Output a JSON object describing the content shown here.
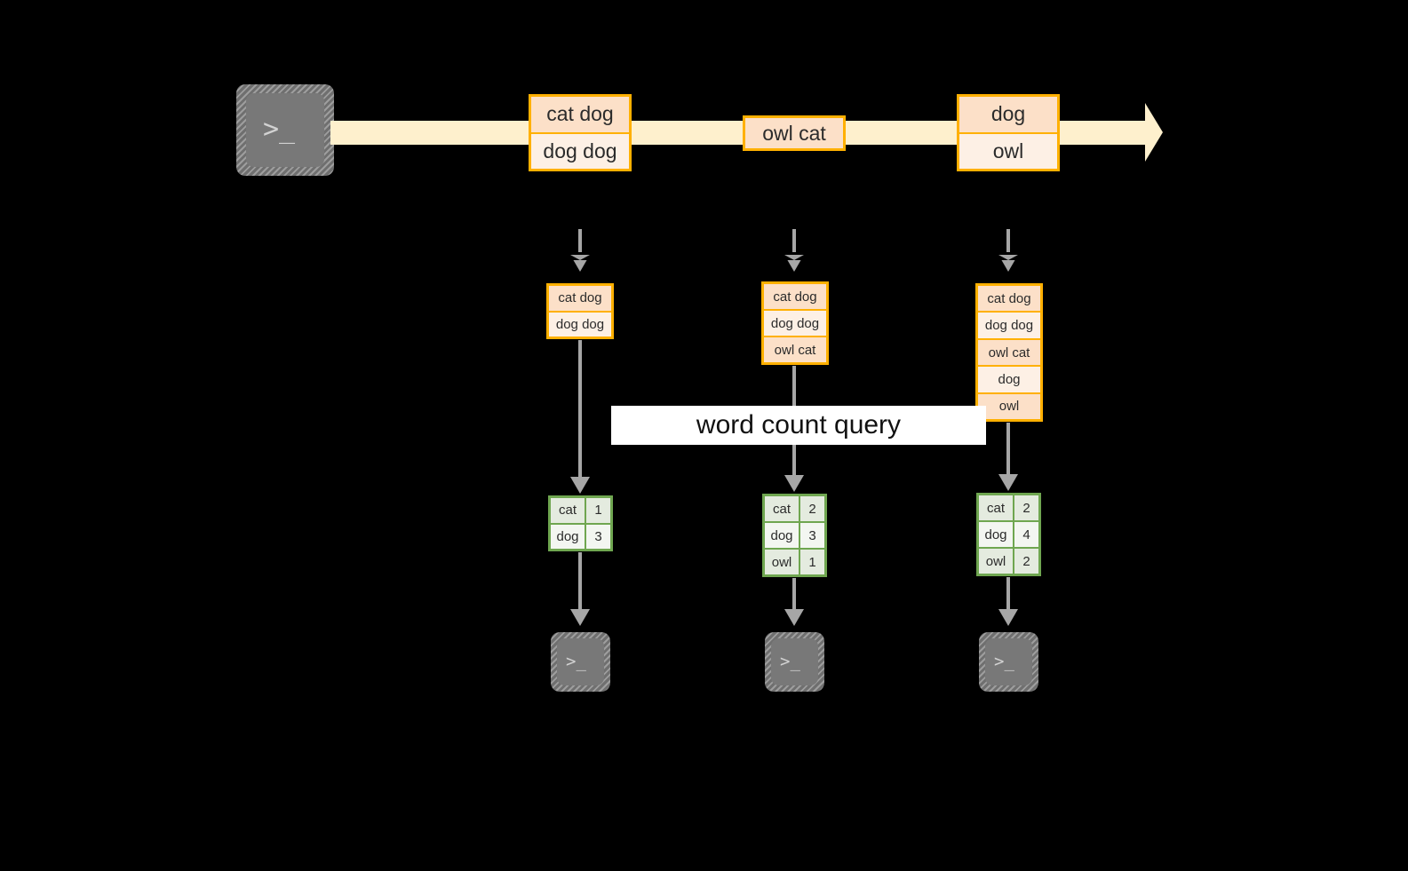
{
  "diagram": {
    "title_label": "word count query",
    "colors": {
      "background": "#000000",
      "stream_fill": "#FEF0CD",
      "record_border": "#FFB000",
      "record_fill_dark": "#FCE0C8",
      "record_fill_light": "#FDF0E5",
      "table_border": "#6FA650",
      "table_fill_tint": "#E4EBDF",
      "table_fill_plain": "#F3F6F1",
      "connector": "#A6A6A6",
      "terminal_body": "#787878",
      "banner_bg": "#FFFFFF"
    },
    "source_terminal": {
      "icon": "terminal-prompt-icon",
      "glyph": ">_"
    },
    "stream": {
      "records": [
        {
          "lines": [
            "cat dog",
            "dog dog"
          ]
        },
        {
          "lines": [
            "owl cat"
          ]
        },
        {
          "lines": [
            "dog",
            "owl"
          ]
        }
      ]
    },
    "snapshots": [
      {
        "id": "snapshot-1",
        "input_rows": [
          "cat dog",
          "dog dog"
        ],
        "result_rows": [
          {
            "word": "cat",
            "count": "1"
          },
          {
            "word": "dog",
            "count": "3"
          }
        ],
        "sink": {
          "icon": "terminal-prompt-icon",
          "glyph": ">_"
        }
      },
      {
        "id": "snapshot-2",
        "input_rows": [
          "cat dog",
          "dog dog",
          "owl cat"
        ],
        "result_rows": [
          {
            "word": "cat",
            "count": "2"
          },
          {
            "word": "dog",
            "count": "3"
          },
          {
            "word": "owl",
            "count": "1"
          }
        ],
        "sink": {
          "icon": "terminal-prompt-icon",
          "glyph": ">_"
        }
      },
      {
        "id": "snapshot-3",
        "input_rows": [
          "cat dog",
          "dog dog",
          "owl cat",
          "dog",
          "owl"
        ],
        "result_rows": [
          {
            "word": "cat",
            "count": "2"
          },
          {
            "word": "dog",
            "count": "4"
          },
          {
            "word": "owl",
            "count": "2"
          }
        ],
        "sink": {
          "icon": "terminal-prompt-icon",
          "glyph": ">_"
        }
      }
    ]
  }
}
